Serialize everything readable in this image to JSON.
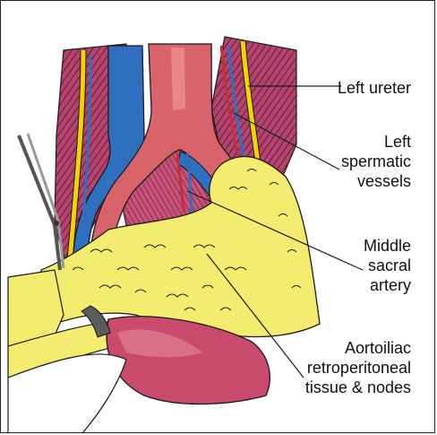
{
  "figure": {
    "labels": {
      "left_ureter": [
        "Left ureter"
      ],
      "left_spermatic_vessels": [
        "Left",
        "spermatic",
        "vessels"
      ],
      "middle_sacral_artery": [
        "Middle",
        "sacral",
        "artery"
      ],
      "aortoiliac_tissue": [
        "Aortoiliac",
        "retroperitoneal",
        "tissue & nodes"
      ]
    },
    "colors": {
      "artery": "#d9636a",
      "vein": "#2f6fc0",
      "fat": "#f3ec6e",
      "muscle": "#9c2a55",
      "ureter": "#f2d400",
      "outline": "#1a1a1a"
    }
  }
}
